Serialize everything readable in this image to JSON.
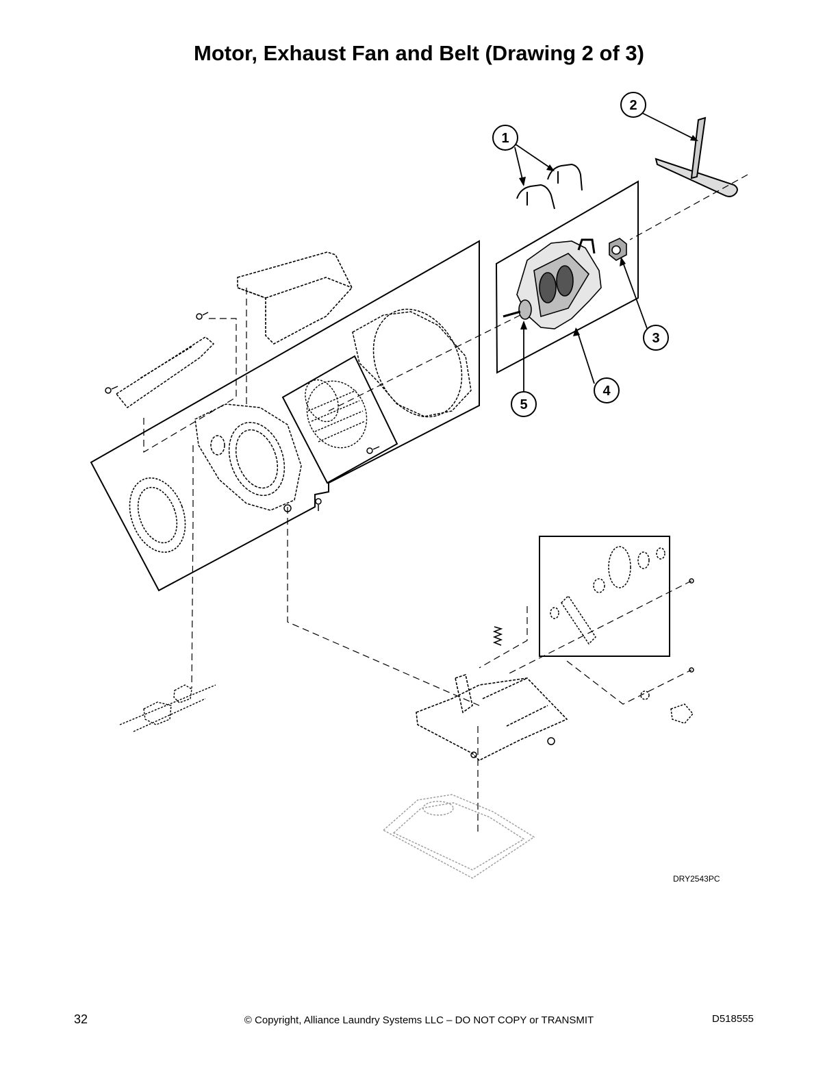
{
  "page": {
    "title": "Motor, Exhaust Fan and Belt (Drawing 2 of 3)",
    "drawing_id": "DRY2543PC",
    "page_number": "32",
    "copyright": "© Copyright, Alliance Laundry Systems LLC – DO NOT COPY or TRANSMIT",
    "document_number": "D518555"
  },
  "callouts": [
    {
      "id": "callout-1",
      "label": "1"
    },
    {
      "id": "callout-2",
      "label": "2"
    },
    {
      "id": "callout-3",
      "label": "3"
    },
    {
      "id": "callout-4",
      "label": "4"
    },
    {
      "id": "callout-5",
      "label": "5"
    }
  ]
}
